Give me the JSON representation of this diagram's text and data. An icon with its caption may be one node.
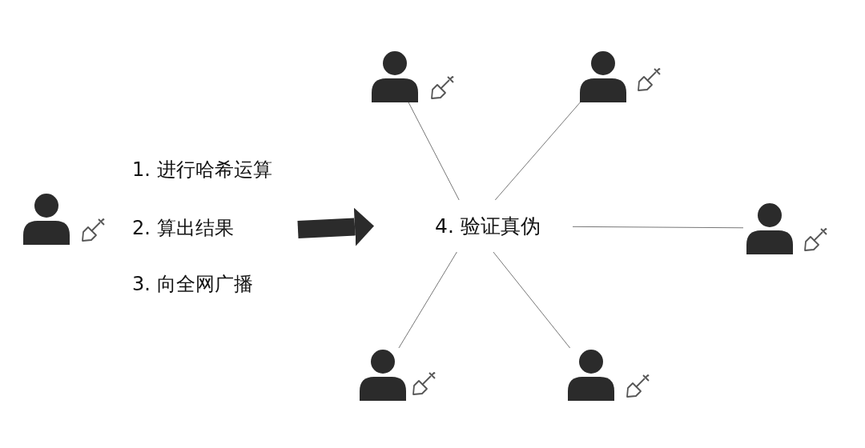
{
  "diagram": {
    "nodes": [
      {
        "text": [],
        "shape": "person"
      },
      {
        "text": [],
        "shape": "person"
      },
      {
        "text": [],
        "shape": "person"
      },
      {
        "text": [
          "4. 验证真伪"
        ]
      },
      {
        "text": [],
        "shape": "person"
      },
      {
        "text": [],
        "shape": "person"
      },
      {
        "text": [],
        "shape": "person"
      }
    ],
    "edges": [
      {
        "from": 3,
        "to": 0,
        "arrow": "none"
      },
      {
        "from": 3,
        "to": 1,
        "arrow": "none"
      },
      {
        "from": 3,
        "to": 4,
        "arrow": "none"
      },
      {
        "from": 3,
        "to": 5,
        "arrow": "none"
      },
      {
        "from": 3,
        "to": 6,
        "arrow": "none"
      },
      {
        "from": null,
        "to": 3,
        "arrow": "to",
        "style": "thick"
      }
    ],
    "labels": [
      "1. 进行哈希运算",
      "2. 算出结果",
      "3. 向全网广播"
    ]
  }
}
